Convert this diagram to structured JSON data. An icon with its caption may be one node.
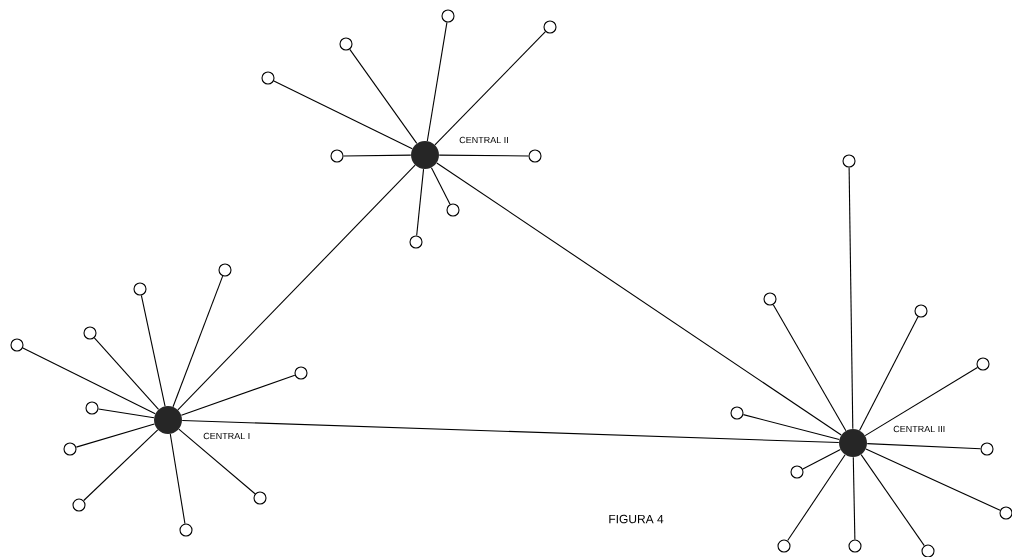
{
  "diagram": {
    "caption": "FIGURA 4",
    "nodes": [
      {
        "text": [
          "CENTRAL II"
        ]
      },
      {
        "text": [],
        "shape": "circle"
      },
      {
        "text": [],
        "shape": "circle"
      },
      {
        "text": [],
        "shape": "circle"
      },
      {
        "text": [],
        "shape": "circle"
      },
      {
        "text": [],
        "shape": "circle"
      },
      {
        "text": [],
        "shape": "circle"
      },
      {
        "text": [],
        "shape": "circle"
      },
      {
        "text": [],
        "shape": "circle"
      },
      {
        "text": [
          "CENTRAL I"
        ]
      },
      {
        "text": [],
        "shape": "circle"
      },
      {
        "text": [],
        "shape": "circle"
      },
      {
        "text": [],
        "shape": "circle"
      },
      {
        "text": [],
        "shape": "circle"
      },
      {
        "text": [],
        "shape": "circle"
      },
      {
        "text": [],
        "shape": "circle"
      },
      {
        "text": [],
        "shape": "circle"
      },
      {
        "text": [],
        "shape": "circle"
      },
      {
        "text": [],
        "shape": "circle"
      },
      {
        "text": [],
        "shape": "circle"
      },
      {
        "text": [
          "CENTRAL III"
        ]
      },
      {
        "text": [],
        "shape": "circle"
      },
      {
        "text": [],
        "shape": "circle"
      },
      {
        "text": [],
        "shape": "circle"
      },
      {
        "text": [],
        "shape": "circle"
      },
      {
        "text": [],
        "shape": "circle"
      },
      {
        "text": [],
        "shape": "circle"
      },
      {
        "text": [],
        "shape": "circle"
      },
      {
        "text": [],
        "shape": "circle"
      },
      {
        "text": [],
        "shape": "circle"
      },
      {
        "text": [],
        "shape": "circle"
      },
      {
        "text": [],
        "shape": "circle"
      }
    ],
    "edges": [
      {
        "from": 9,
        "to": 0,
        "arrow": "none"
      },
      {
        "from": 0,
        "to": 20,
        "arrow": "none"
      },
      {
        "from": 9,
        "to": 20,
        "arrow": "none"
      },
      {
        "from": 0,
        "to": 1,
        "arrow": "none"
      },
      {
        "from": 0,
        "to": 2,
        "arrow": "none"
      },
      {
        "from": 0,
        "to": 3,
        "arrow": "none"
      },
      {
        "from": 0,
        "to": 4,
        "arrow": "none"
      },
      {
        "from": 0,
        "to": 5,
        "arrow": "none"
      },
      {
        "from": 0,
        "to": 6,
        "arrow": "none"
      },
      {
        "from": 0,
        "to": 7,
        "arrow": "none"
      },
      {
        "from": 0,
        "to": 8,
        "arrow": "none"
      },
      {
        "from": 9,
        "to": 10,
        "arrow": "none"
      },
      {
        "from": 9,
        "to": 11,
        "arrow": "none"
      },
      {
        "from": 9,
        "to": 12,
        "arrow": "none"
      },
      {
        "from": 9,
        "to": 13,
        "arrow": "none"
      },
      {
        "from": 9,
        "to": 14,
        "arrow": "none"
      },
      {
        "from": 9,
        "to": 15,
        "arrow": "none"
      },
      {
        "from": 9,
        "to": 16,
        "arrow": "none"
      },
      {
        "from": 9,
        "to": 17,
        "arrow": "none"
      },
      {
        "from": 9,
        "to": 18,
        "arrow": "none"
      },
      {
        "from": 9,
        "to": 19,
        "arrow": "none"
      },
      {
        "from": 20,
        "to": 21,
        "arrow": "none"
      },
      {
        "from": 20,
        "to": 22,
        "arrow": "none"
      },
      {
        "from": 20,
        "to": 23,
        "arrow": "none"
      },
      {
        "from": 20,
        "to": 24,
        "arrow": "none"
      },
      {
        "from": 20,
        "to": 25,
        "arrow": "none"
      },
      {
        "from": 20,
        "to": 26,
        "arrow": "none"
      },
      {
        "from": 20,
        "to": 27,
        "arrow": "none"
      },
      {
        "from": 20,
        "to": 28,
        "arrow": "none"
      },
      {
        "from": 20,
        "to": 29,
        "arrow": "none"
      },
      {
        "from": 20,
        "to": 30,
        "arrow": "none"
      },
      {
        "from": 20,
        "to": 31,
        "arrow": "none"
      }
    ]
  }
}
